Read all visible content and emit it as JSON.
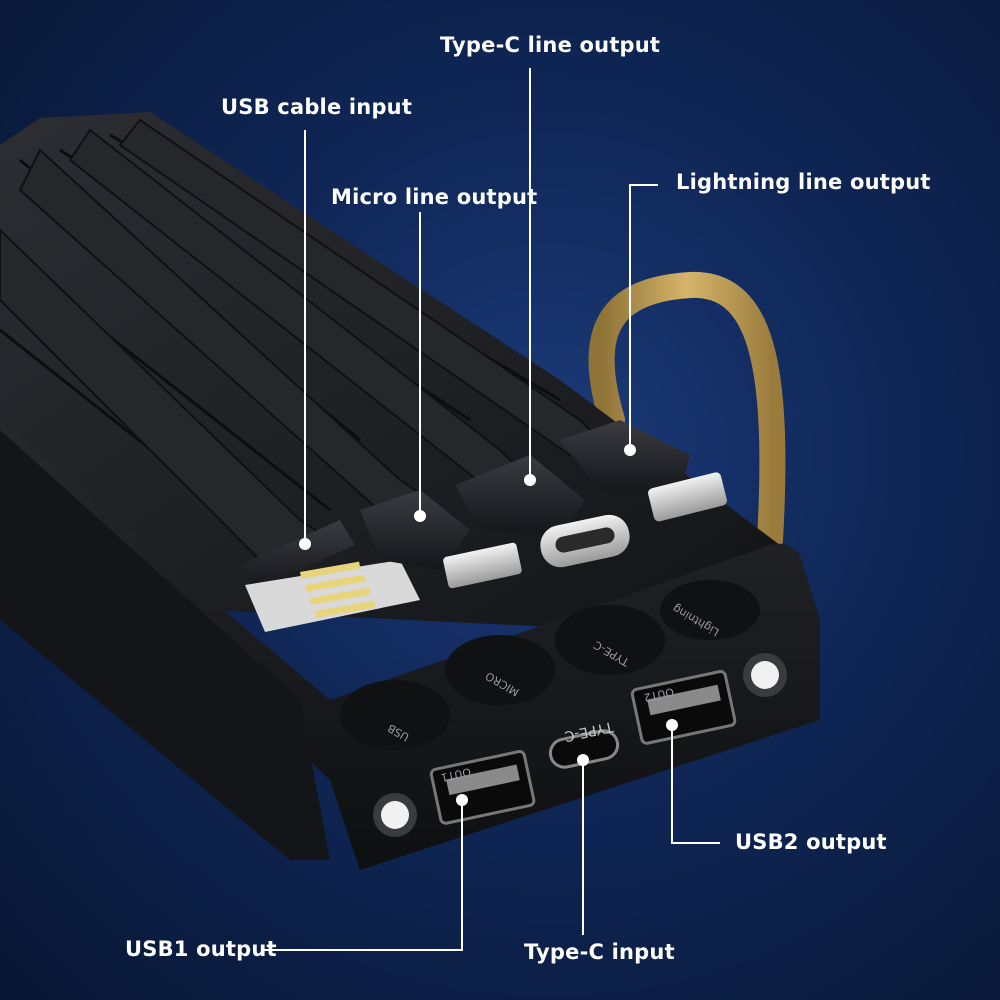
{
  "callouts": {
    "usb_cable_input": "USB cable input",
    "micro_line_output": "Micro line output",
    "type_c_line_output": "Type-C line output",
    "lightning_line_output": "Lightning line output",
    "usb2_output": "USB2 output",
    "usb1_output": "USB1 output",
    "type_c_input": "Type-C input"
  },
  "port_labels": {
    "out1": "OUT1",
    "out2": "OUT2",
    "type_c": "TYPE-C",
    "usb": "USB",
    "micro": "MICRO",
    "type_c_slot": "TYPE-C",
    "lightning": "Lightning"
  },
  "colors": {
    "background": "#0f2656",
    "device_body": "#1c1d20",
    "lanyard": "#c9a65c",
    "label_text": "#ffffff",
    "usb_contacts": "#e8d47a"
  }
}
